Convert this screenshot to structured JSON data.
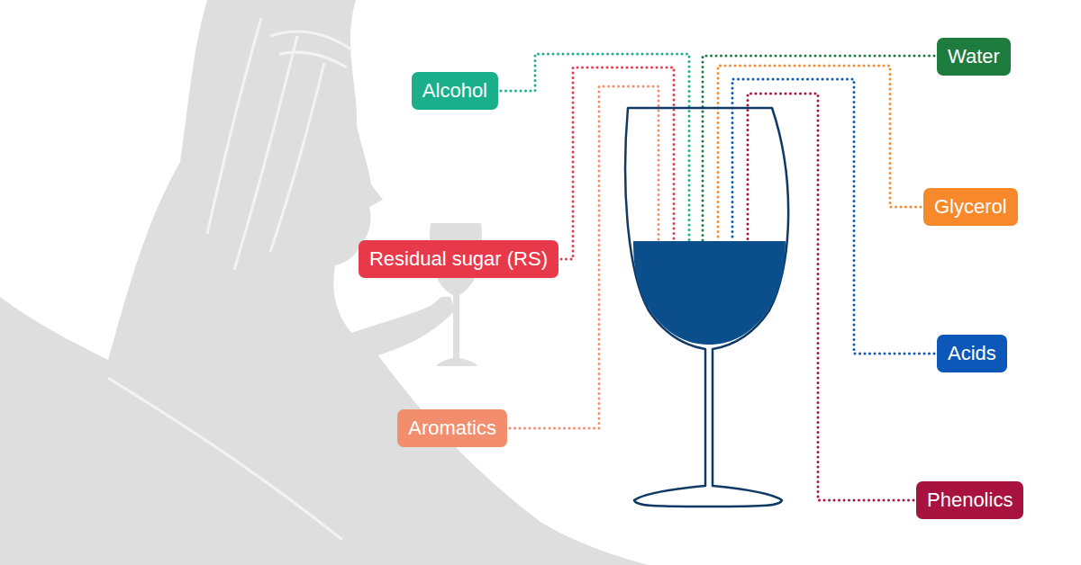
{
  "diagram": {
    "nodes": [
      {
        "text": [
          "Alcohol"
        ]
      },
      {
        "text": [
          "Water"
        ]
      },
      {
        "text": [
          "Glycerol"
        ]
      },
      {
        "text": [
          "Residual sugar (RS)"
        ]
      },
      {
        "text": [
          "Acids"
        ]
      },
      {
        "text": [
          "Aromatics"
        ]
      },
      {
        "text": [
          "Phenolics"
        ]
      }
    ]
  }
}
